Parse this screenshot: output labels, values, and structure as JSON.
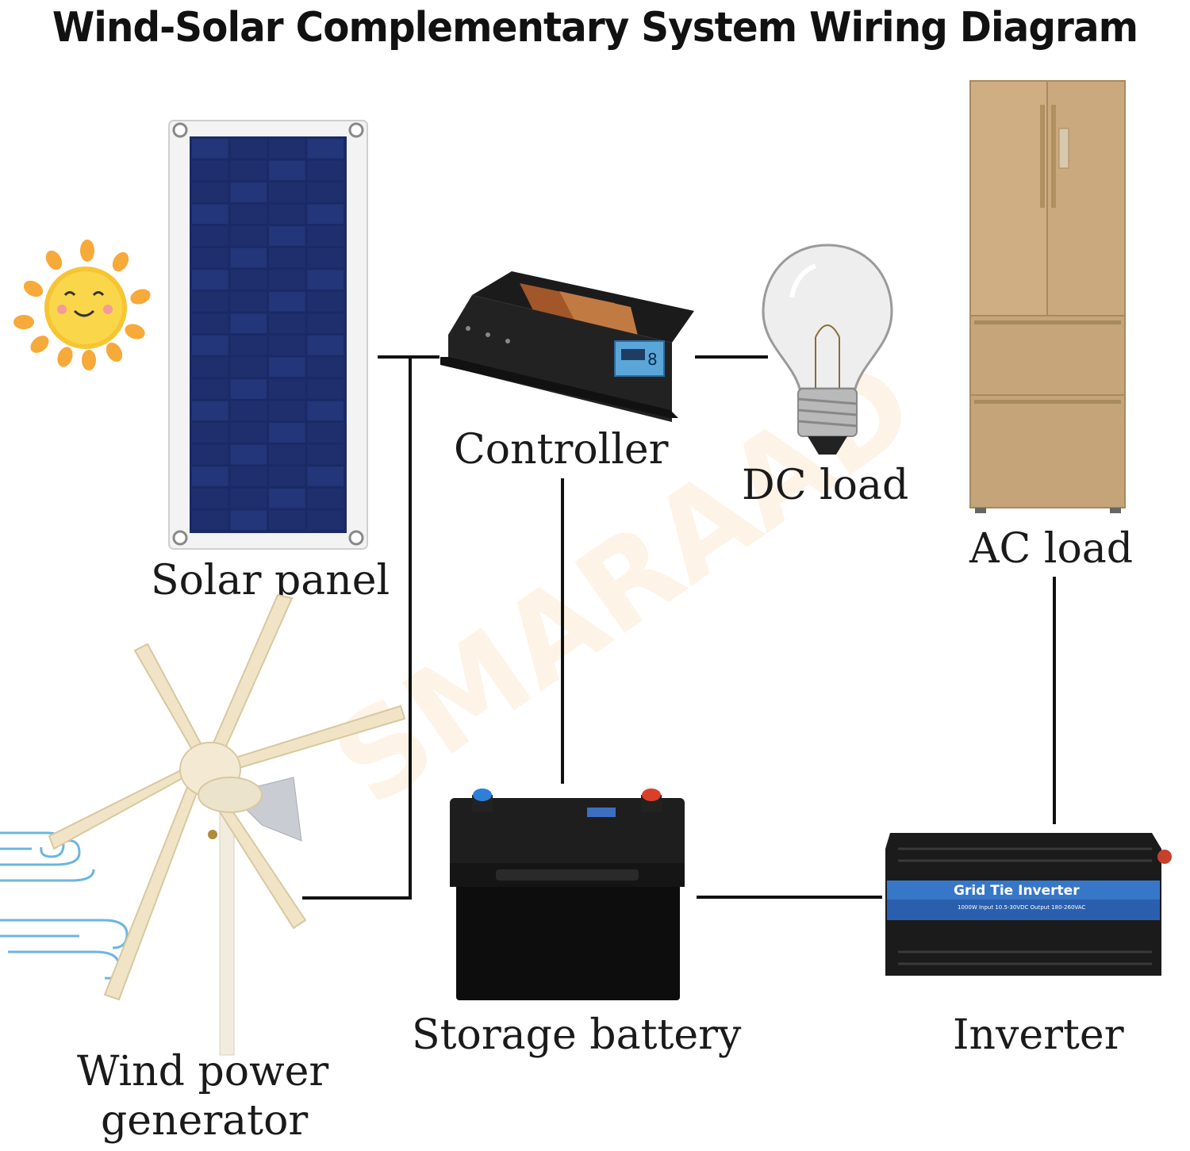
{
  "title": "Wind-Solar Complementary System Wiring Diagram",
  "labels": {
    "solar_panel": "Solar panel",
    "controller": "Controller",
    "dc_load": "DC load",
    "ac_load": "AC load",
    "wind_line1": "Wind power",
    "wind_line2": "generator",
    "battery": "Storage battery",
    "inverter": "Inverter"
  },
  "inverter_print": {
    "name": "Grid Tie Inverter",
    "spec": "1000W  Input 10.5-30VDC Output 180-260VAC"
  },
  "watermark": "SMARAAD",
  "colors": {
    "panel_cell": "#1f2f6e",
    "fridge": "#c9a97c",
    "sun": "#f7c531",
    "controller_top": "#b86a33",
    "wire": "#111111"
  }
}
